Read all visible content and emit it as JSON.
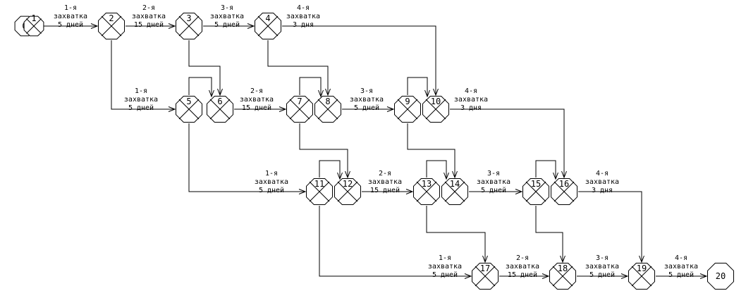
{
  "diagram": {
    "nodes": [
      {
        "id": "0",
        "label": "0"
      },
      {
        "id": "1",
        "label": "1"
      },
      {
        "id": "2",
        "label": "2"
      },
      {
        "id": "3",
        "label": "3"
      },
      {
        "id": "4",
        "label": "4"
      },
      {
        "id": "5",
        "label": "5"
      },
      {
        "id": "6",
        "label": "6"
      },
      {
        "id": "7",
        "label": "7"
      },
      {
        "id": "8",
        "label": "8"
      },
      {
        "id": "9",
        "label": "9"
      },
      {
        "id": "10",
        "label": "10"
      },
      {
        "id": "11",
        "label": "11"
      },
      {
        "id": "12",
        "label": "12"
      },
      {
        "id": "13",
        "label": "13"
      },
      {
        "id": "14",
        "label": "14"
      },
      {
        "id": "15",
        "label": "15"
      },
      {
        "id": "16",
        "label": "16"
      },
      {
        "id": "17",
        "label": "17"
      },
      {
        "id": "18",
        "label": "18"
      },
      {
        "id": "19",
        "label": "19"
      },
      {
        "id": "20",
        "label": "20"
      }
    ],
    "edges": [
      {
        "from": "1",
        "to": "2",
        "label": [
          "1-я",
          "захватка",
          "5 дней"
        ]
      },
      {
        "from": "2",
        "to": "3",
        "label": [
          "2-я",
          "захватка",
          "15 дней"
        ]
      },
      {
        "from": "3",
        "to": "4",
        "label": [
          "3-я",
          "захватка",
          "5 дней"
        ]
      },
      {
        "from": "4",
        "to": "10",
        "label": [
          "4-я",
          "захватка",
          "3 дня"
        ]
      },
      {
        "from": "2",
        "to": "5",
        "label": [
          "1-я",
          "захватка",
          "5 дней"
        ]
      },
      {
        "from": "6",
        "to": "7",
        "label": [
          "2-я",
          "захватка",
          "15 дней"
        ]
      },
      {
        "from": "8",
        "to": "9",
        "label": [
          "3-я",
          "захватка",
          "5 дней"
        ]
      },
      {
        "from": "10",
        "to": "16",
        "label": [
          "4-я",
          "захватка",
          "3 дня"
        ]
      },
      {
        "from": "5",
        "to": "11",
        "label": [
          "1-я",
          "захватка",
          "5 дней"
        ]
      },
      {
        "from": "12",
        "to": "13",
        "label": [
          "2-я",
          "захватка",
          "15 дней"
        ]
      },
      {
        "from": "14",
        "to": "15",
        "label": [
          "3-я",
          "захватка",
          "5 дней"
        ]
      },
      {
        "from": "16",
        "to": "19",
        "label": [
          "4-я",
          "захватка",
          "3 дня"
        ]
      },
      {
        "from": "11",
        "to": "17",
        "label": [
          "1-я",
          "захватка",
          "5 дней"
        ]
      },
      {
        "from": "17",
        "to": "18",
        "label": [
          "2-я",
          "захватка",
          "15 дней"
        ]
      },
      {
        "from": "18",
        "to": "19",
        "label": [
          "3-я",
          "захватка",
          "5 дней"
        ]
      },
      {
        "from": "19",
        "to": "20",
        "label": [
          "4-я",
          "захватка",
          "5 дней"
        ]
      },
      {
        "from": "3",
        "to": "6"
      },
      {
        "from": "5",
        "to": "6"
      },
      {
        "from": "4",
        "to": "8"
      },
      {
        "from": "7",
        "to": "8"
      },
      {
        "from": "9",
        "to": "10"
      },
      {
        "from": "7",
        "to": "12"
      },
      {
        "from": "11",
        "to": "12"
      },
      {
        "from": "9",
        "to": "14"
      },
      {
        "from": "13",
        "to": "14"
      },
      {
        "from": "15",
        "to": "16"
      },
      {
        "from": "13",
        "to": "17"
      },
      {
        "from": "15",
        "to": "18"
      }
    ]
  }
}
